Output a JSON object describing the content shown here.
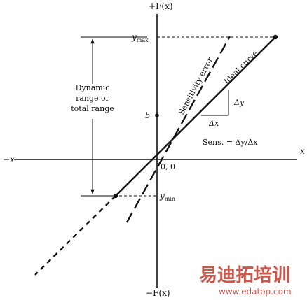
{
  "axes": {
    "y_top": "+F(x)",
    "y_bottom": "−F(x)",
    "x_left": "−x",
    "x_right": "x",
    "origin": "0, 0"
  },
  "markers": {
    "ymax_main": "y",
    "ymax_sub": "max",
    "ymin_main": "y",
    "ymin_sub": "min",
    "b": "b"
  },
  "labels": {
    "range_line1": "Dynamic",
    "range_line2": "range or",
    "range_line3": "total range",
    "sensitivity_error": "Sensitivity error",
    "ideal_curve": "Ideal curve",
    "delta_y": "Δy",
    "delta_x": "Δx",
    "sens_formula": "Sens. = Δy/Δx"
  },
  "watermark": {
    "text": "易迪拓培训",
    "url": "www.edatop.com",
    "color": "#c0392b"
  }
}
